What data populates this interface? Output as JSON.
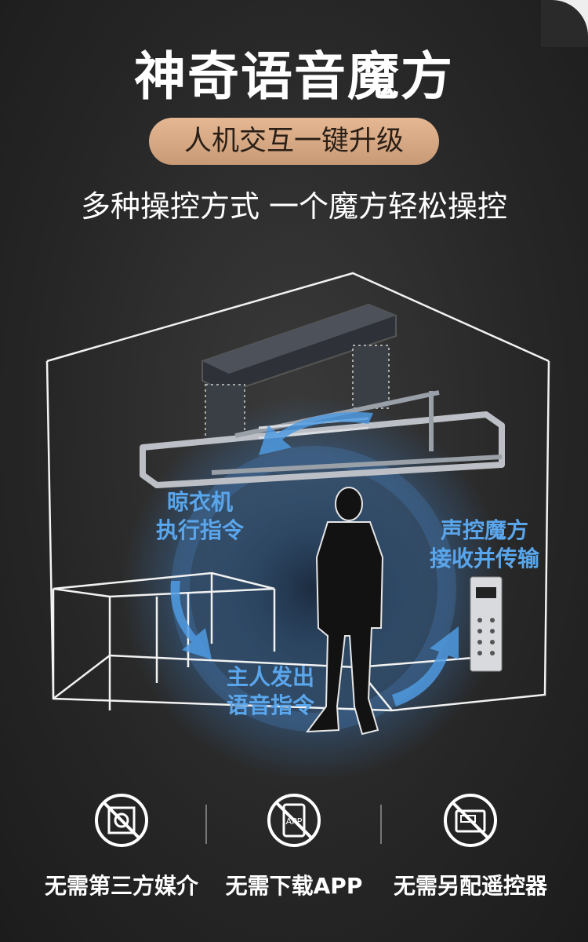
{
  "header": {
    "title": "神奇语音魔方",
    "badge": "人机交互一键升级",
    "subtitle": "多种操控方式 一个魔方轻松操控"
  },
  "scene": {
    "label_dryer": [
      "晾衣机",
      "执行指令"
    ],
    "label_cube": [
      "声控魔方",
      "接收并传输"
    ],
    "label_person": [
      "主人发出",
      "语音指令"
    ],
    "accent_color": "#5aa6ec"
  },
  "features": [
    {
      "icon": "no-media-icon",
      "label": "无需第三方媒介"
    },
    {
      "icon": "no-app-icon",
      "label": "无需下载APP",
      "icon_text": "APP"
    },
    {
      "icon": "no-remote-icon",
      "label": "无需另配遥控器"
    }
  ]
}
